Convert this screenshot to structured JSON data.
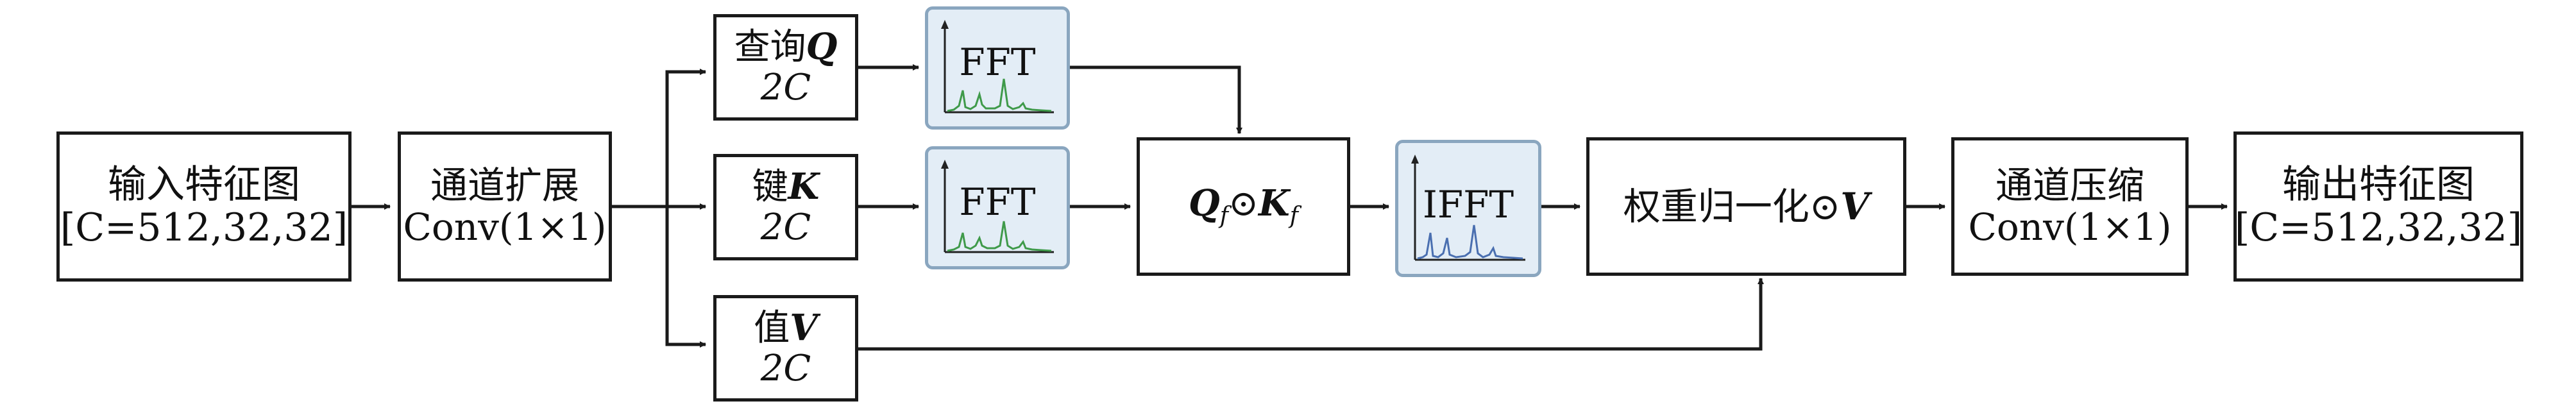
{
  "input_box": {
    "line1": "输入特征图",
    "line2": "[C=512,32,32]"
  },
  "expand_box": {
    "line1": "通道扩展",
    "line2": "Conv(1×1)"
  },
  "query_box": {
    "name": "查询",
    "symbol": "Q",
    "dim": "2C"
  },
  "key_box": {
    "name": "键",
    "symbol": "K",
    "dim": "2C"
  },
  "value_box": {
    "name": "值",
    "symbol": "V",
    "dim": "2C"
  },
  "fft_q": {
    "label": "FFT"
  },
  "fft_k": {
    "label": "FFT"
  },
  "product_box": {
    "q": "Q",
    "q_sub": "f",
    "op": "⊙",
    "k": "K",
    "k_sub": "f"
  },
  "ifft": {
    "label": "IFFT"
  },
  "normalize_box": {
    "text": "权重归一化⊙",
    "symbol": "V"
  },
  "compress_box": {
    "line1": "通道压缩",
    "line2": "Conv(1×1)"
  },
  "output_box": {
    "line1": "输出特征图",
    "line2": "[C=512,32,32]"
  },
  "colors": {
    "box_border": "#1a1a1a",
    "panel_fill": "#e3edf6",
    "panel_border": "#8aa6bf",
    "spectrum_green": "#3f9a4a",
    "spectrum_blue": "#4a6fb0"
  }
}
